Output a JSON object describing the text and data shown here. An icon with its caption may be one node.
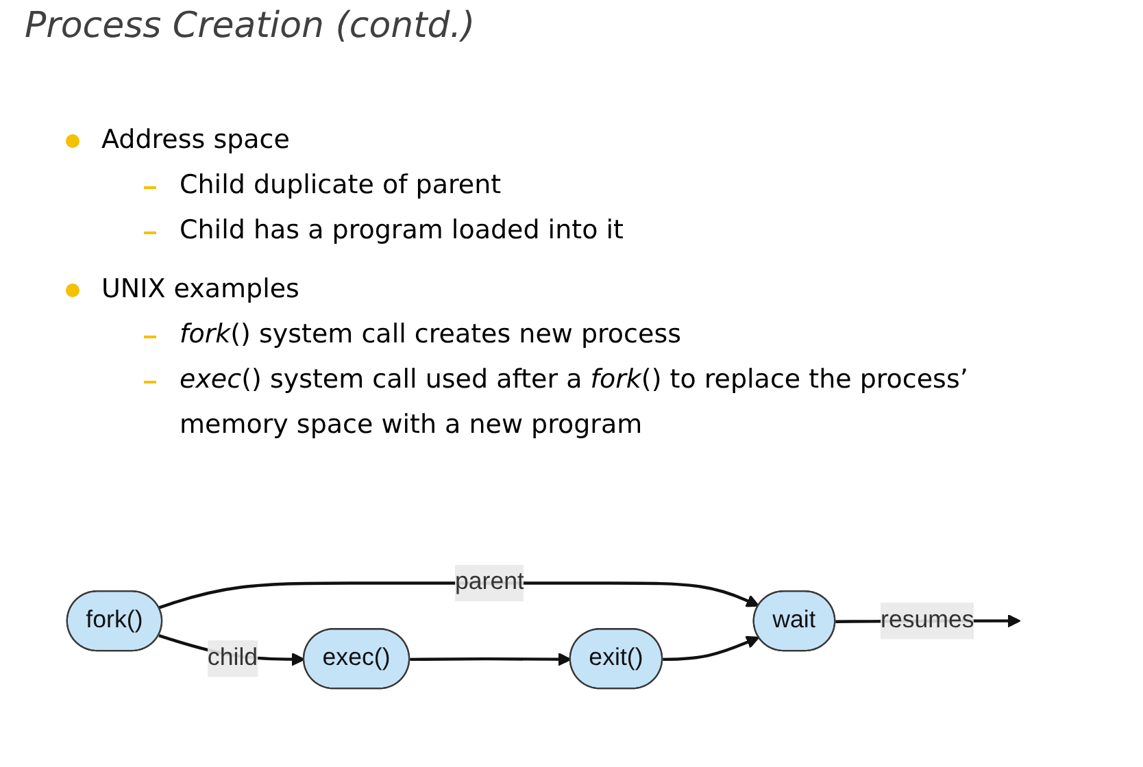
{
  "diagram": {
    "title": "Process Creation (contd.)",
    "nodes": [
      {
        "text": [
          "fork()"
        ]
      },
      {
        "text": [
          "wait"
        ]
      },
      {
        "text": [
          "exec()"
        ]
      },
      {
        "text": [
          "exit()"
        ]
      }
    ],
    "edges": [
      {
        "from": 0,
        "to": 1,
        "label": "parent",
        "arrow": "to"
      },
      {
        "from": 0,
        "to": 2,
        "label": "child",
        "arrow": "to"
      },
      {
        "from": 2,
        "to": 3,
        "arrow": "to"
      },
      {
        "from": 3,
        "to": 1,
        "arrow": "to"
      },
      {
        "from": 1,
        "to": null,
        "label": "resumes",
        "arrow": "to"
      }
    ],
    "labels": [
      "Address space",
      "Child duplicate of parent",
      "Child has a program loaded into it",
      "UNIX examples",
      "*fork*() system call creates new process",
      "*exec*() system call used after a *fork*() to replace the process’ memory space with a new program"
    ]
  }
}
